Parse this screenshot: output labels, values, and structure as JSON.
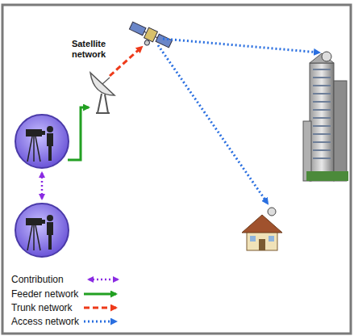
{
  "diagram": {
    "labels": [
      "Satellite network"
    ],
    "legend": [
      {
        "text": "Contribution"
      },
      {
        "text": "Feeder network"
      },
      {
        "text": "Trunk network"
      },
      {
        "text": "Access network"
      }
    ]
  }
}
